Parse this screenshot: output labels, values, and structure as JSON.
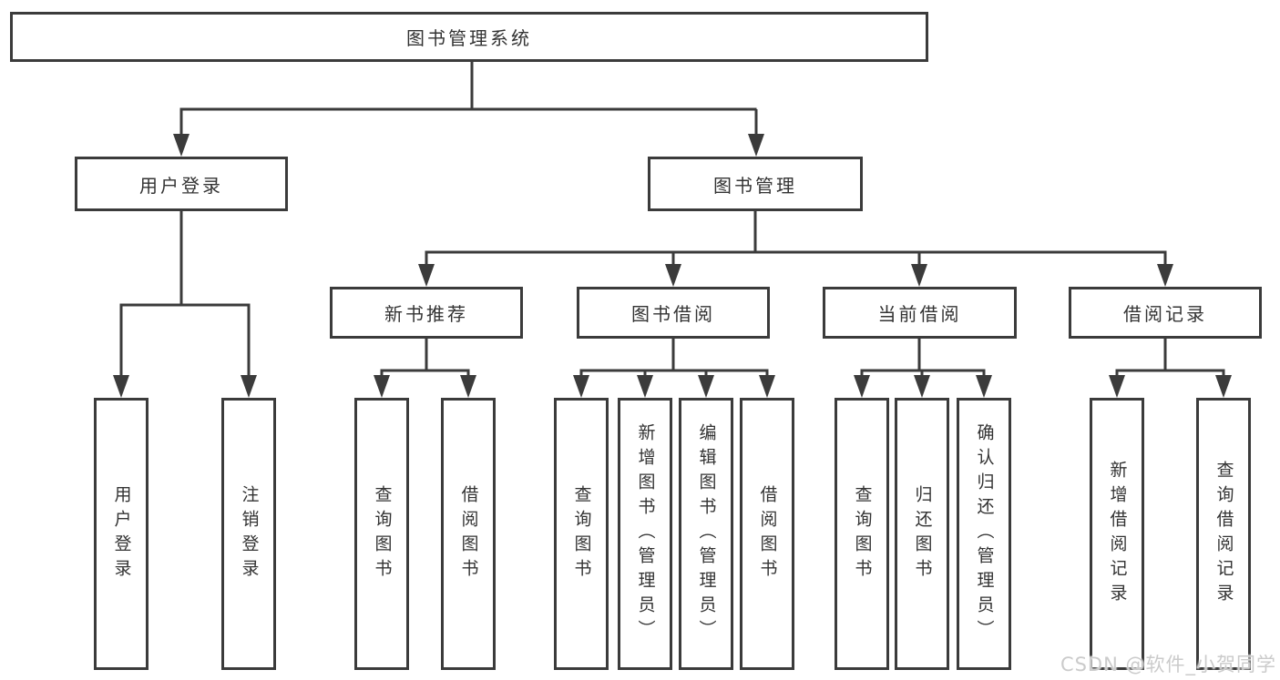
{
  "diagram": {
    "root": {
      "label": "图书管理系统",
      "children": [
        {
          "label": "用户登录",
          "children": [
            {
              "label": "用户登录"
            },
            {
              "label": "注销登录"
            }
          ]
        },
        {
          "label": "图书管理",
          "children": [
            {
              "label": "新书推荐",
              "children": [
                {
                  "label": "查询图书"
                },
                {
                  "label": "借阅图书"
                }
              ]
            },
            {
              "label": "图书借阅",
              "children": [
                {
                  "label": "查询图书"
                },
                {
                  "label": "新增图书（管理员）"
                },
                {
                  "label": "编辑图书（管理员）"
                },
                {
                  "label": "借阅图书"
                }
              ]
            },
            {
              "label": "当前借阅",
              "children": [
                {
                  "label": "查询图书"
                },
                {
                  "label": "归还图书"
                },
                {
                  "label": "确认归还（管理员）"
                }
              ]
            },
            {
              "label": "借阅记录",
              "children": [
                {
                  "label": "新增借阅记录"
                },
                {
                  "label": "查询借阅记录"
                }
              ]
            }
          ]
        }
      ]
    },
    "colors": {
      "line": "#3b3b3b",
      "box_background": "#ffffff",
      "text": "#333333"
    }
  },
  "watermark": {
    "text": "CSDN @软件_小贺同学",
    "color": "#cbcbcb"
  }
}
